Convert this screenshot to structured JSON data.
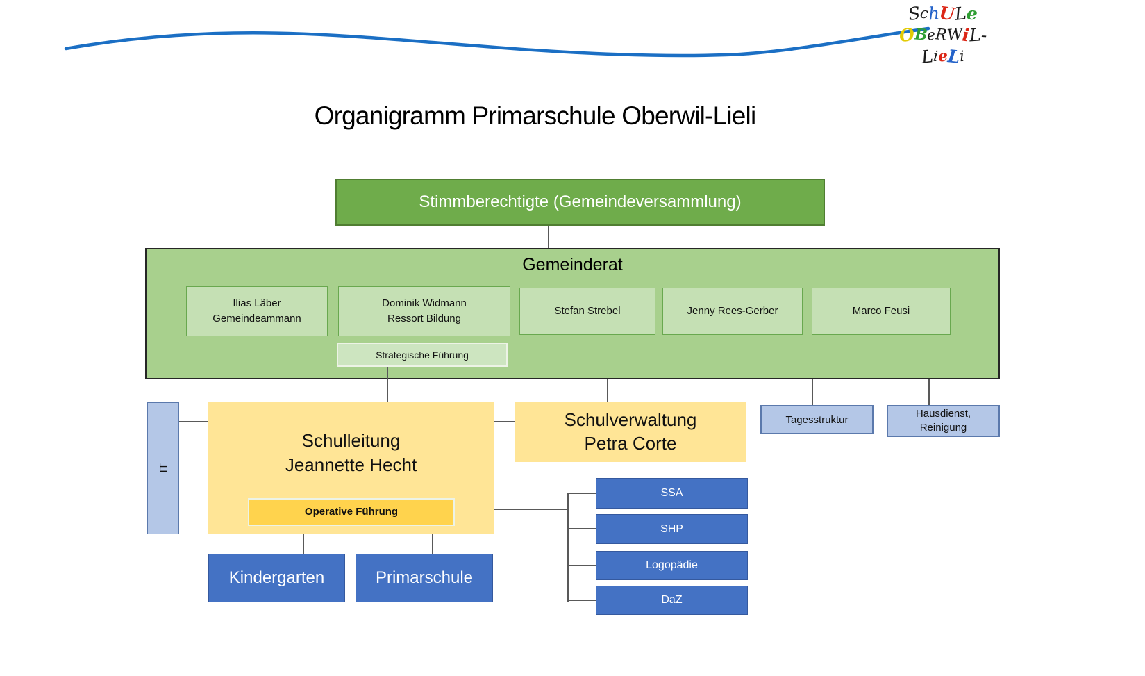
{
  "title": "Organigramm Primarschule Oberwil-Lieli",
  "logo": {
    "lines": [
      {
        "letters": [
          {
            "ch": "S",
            "color": "#1a1a1a"
          },
          {
            "ch": "c",
            "color": "#1a1a1a"
          },
          {
            "ch": "h",
            "color": "#2563C9"
          },
          {
            "ch": "U",
            "color": "#DC2616"
          },
          {
            "ch": "L",
            "color": "#1a1a1a"
          },
          {
            "ch": "e",
            "color": "#2F9E33"
          }
        ]
      },
      {
        "letters": [
          {
            "ch": "O",
            "color": "#E3CB05"
          },
          {
            "ch": "B",
            "color": "#2F9E33"
          },
          {
            "ch": "e",
            "color": "#1a1a1a"
          },
          {
            "ch": "R",
            "color": "#1a1a1a"
          },
          {
            "ch": "W",
            "color": "#1a1a1a"
          },
          {
            "ch": "i",
            "color": "#DC2616"
          },
          {
            "ch": "L",
            "color": "#1a1a1a"
          },
          {
            "ch": "-",
            "color": "#1a1a1a"
          }
        ]
      },
      {
        "letters": [
          {
            "ch": "L",
            "color": "#1a1a1a"
          },
          {
            "ch": "i",
            "color": "#1a1a1a"
          },
          {
            "ch": "e",
            "color": "#DC2616"
          },
          {
            "ch": "L",
            "color": "#2563C9"
          },
          {
            "ch": "i",
            "color": "#1a1a1a"
          }
        ]
      }
    ]
  },
  "org": {
    "stimmberechtigte": "Stimmberechtigte (Gemeindeversammlung)",
    "gemeinderat": {
      "title": "Gemeinderat",
      "members": [
        {
          "name": "Ilias Läber",
          "role": "Gemeindeammann"
        },
        {
          "name": "Dominik Widmann",
          "role": "Ressort Bildung"
        },
        {
          "name": "Stefan Strebel",
          "role": ""
        },
        {
          "name": "Jenny Rees-Gerber",
          "role": ""
        },
        {
          "name": "Marco Feusi",
          "role": ""
        }
      ],
      "strategische": "Strategische Führung"
    },
    "it": "IT",
    "schulleitung": {
      "line1": "Schulleitung",
      "line2": "Jeannette Hecht",
      "inner": "Operative Führung"
    },
    "schulverwaltung": {
      "line1": "Schulverwaltung",
      "line2": "Petra Corte"
    },
    "tagesstruktur": "Tagesstruktur",
    "hausdienst": {
      "line1": "Hausdienst,",
      "line2": "Reinigung"
    },
    "kindergarten": "Kindergarten",
    "primarschule": "Primarschule",
    "services": [
      "SSA",
      "SHP",
      "Logopädie",
      "DaZ"
    ]
  },
  "colors": {
    "wave-blue": "#1B6FC4",
    "green-box": "#6FAC4B",
    "green-box-border": "#507E32",
    "green-container": "#A8D08D",
    "green-member": "#C5E0B4",
    "green-member-border": "#69A84F",
    "green-strategic": "#CDE5C0",
    "pale-border": "#EDF3E6",
    "yellow-box": "#FFE596",
    "yellow-inner": "#FFD34D",
    "blue-box": "#4472C4",
    "blue-box-border": "#35599E",
    "lightblue-box": "#B4C7E7",
    "lightblue-border": "#5B79AC",
    "line": "#595959",
    "text-dark": "#1a1a1a"
  }
}
